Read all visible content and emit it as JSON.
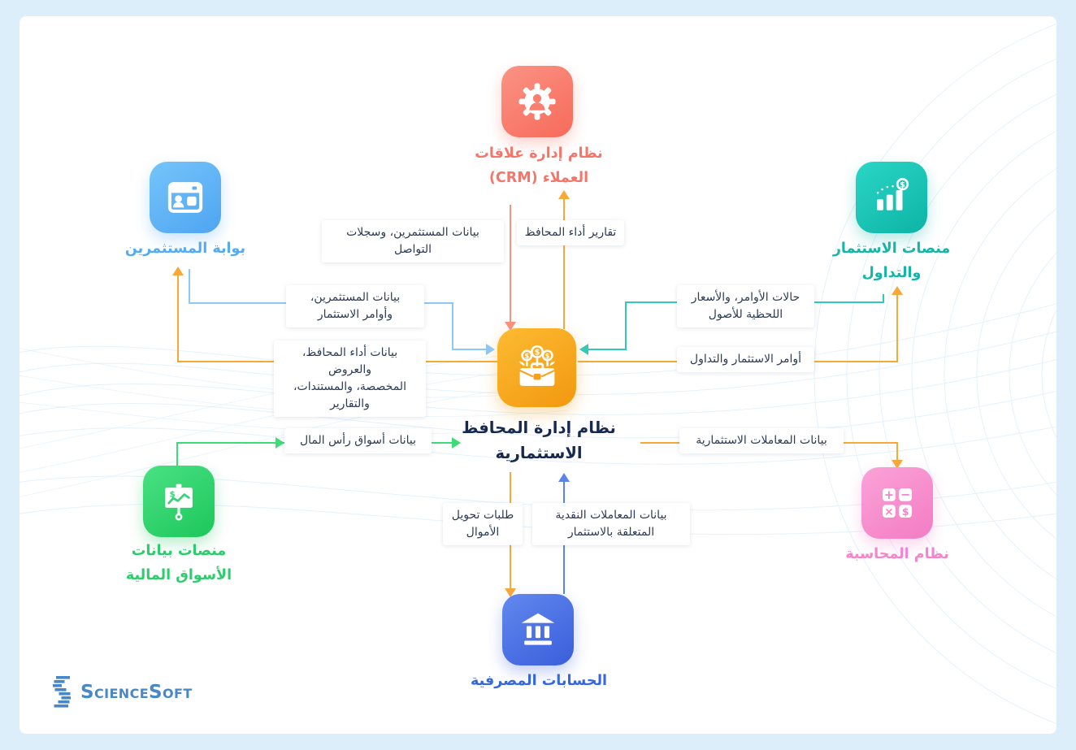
{
  "nodes": {
    "crm": {
      "line1": "نظام إدارة علاقات",
      "line2": "العملاء (CRM)",
      "color": "#f4766a",
      "icon": "gear-person-icon"
    },
    "investor_portal": {
      "line1": "بوابة المستثمرين",
      "color": "#55abf3",
      "icon": "browser-user-icon"
    },
    "trading_platforms": {
      "line1": "منصات الاستثمار",
      "line2": "والتداول",
      "color": "#14b5a7",
      "icon": "chart-growth-dollar-icon"
    },
    "center": {
      "line1": "نظام إدارة المحافظ",
      "line2": "الاستثمارية",
      "color": "#f6a41f",
      "icon": "briefcase-money-plant-icon"
    },
    "market_data": {
      "line1": "منصات بيانات",
      "line2": "الأسواق المالية",
      "color": "#2dcd6d",
      "icon": "presentation-chart-icon"
    },
    "accounting": {
      "line1": "نظام المحاسبة",
      "color": "#f584cb",
      "icon": "calculator-icon"
    },
    "bank": {
      "line1": "الحسابات المصرفية",
      "color": "#3567dd",
      "icon": "bank-building-icon"
    }
  },
  "edges": {
    "crm_to_center": {
      "label": "بيانات المستثمرين، وسجلات التواصل",
      "color": "#f99180"
    },
    "center_to_crm": {
      "label": "تقارير أداء المحافظ",
      "color": "#f7a938"
    },
    "portal_to_center": {
      "line1": "بيانات المستثمرين،",
      "line2": "وأوامر الاستثمار",
      "color": "#8cc8f8"
    },
    "center_to_portal": {
      "line1": "بيانات أداء المحافظ، والعروض",
      "line2": "المخصصة، والمستندات، والتقارير",
      "color": "#f7a938"
    },
    "platforms_to_center": {
      "line1": "حالات الأوامر، والأسعار",
      "line2": "اللحظية للأصول",
      "color": "#2fcabb"
    },
    "center_to_platforms": {
      "label": "أوامر الاستثمار والتداول",
      "color": "#f7a938"
    },
    "market_to_center": {
      "label": "بيانات أسواق رأس المال",
      "color": "#3edc78"
    },
    "center_to_accounting": {
      "label": "بيانات المعاملات الاستثمارية",
      "color": "#f7a938"
    },
    "center_to_bank": {
      "line1": "طلبات تحويل",
      "line2": "الأموال",
      "color": "#f7a938"
    },
    "bank_to_center": {
      "line1": "بيانات المعاملات النقدية",
      "line2": "المتعلقة بالاستثمار",
      "color": "#5b84ea"
    }
  },
  "logo": {
    "text": "ScienceSoft",
    "color": "#4688c8",
    "icon": "sciencesoft-stripes-s-icon"
  }
}
